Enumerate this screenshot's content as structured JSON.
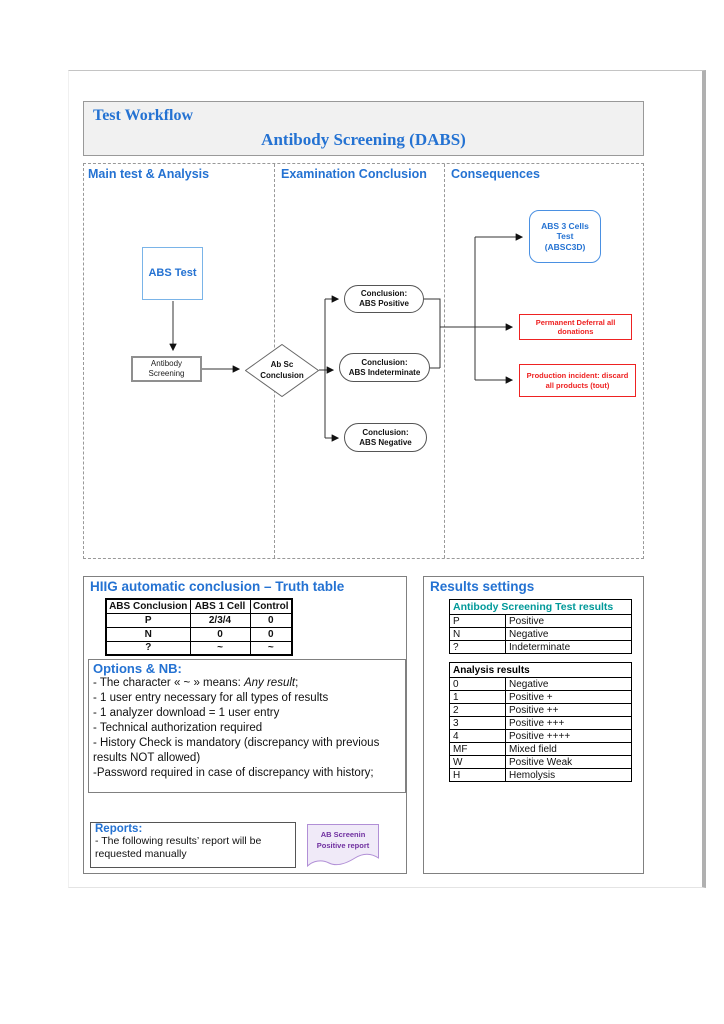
{
  "header": {
    "title": "Test Workflow",
    "subtitle": "Antibody Screening (DABS)"
  },
  "columns": [
    {
      "label": "Main test & Analysis"
    },
    {
      "label": "Examination Conclusion"
    },
    {
      "label": "Consequences"
    }
  ],
  "flowchart": {
    "abs_test": {
      "label": "ABS Test"
    },
    "antibody_screening": {
      "line1": "Antibody",
      "line2": "Screening"
    },
    "decision": {
      "line1": "Ab Sc",
      "line2": "Conclusion"
    },
    "positive": {
      "line1": "Conclusion:",
      "line2": "ABS Positive"
    },
    "indeterminate": {
      "line1": "Conclusion:",
      "line2": "ABS Indeterminate"
    },
    "negative": {
      "line1": "Conclusion:",
      "line2": "ABS Negative"
    },
    "abs3cells": {
      "line1": "ABS 3 Cells",
      "line2": "Test",
      "line3": "(ABSC3D)"
    },
    "permanent_deferral": {
      "line1": "Permanent Deferral all",
      "line2": "donations"
    },
    "production_incident": {
      "line1": "Production incident: discard",
      "line2": "all products (tout)"
    }
  },
  "truth_table": {
    "title": "HIIG automatic conclusion – Truth table",
    "headers": [
      "ABS Conclusion",
      "ABS 1 Cell",
      "Control"
    ],
    "rows": [
      [
        "P",
        "2/3/4",
        "0"
      ],
      [
        "N",
        "0",
        "0"
      ],
      [
        "?",
        "~",
        "~"
      ]
    ]
  },
  "options": {
    "title": "Options & NB:",
    "line1_prefix": "- The character « ~ » means: ",
    "line1_italic": "Any result",
    "line1_suffix": ";",
    "lines": [
      "- 1 user entry necessary for all types of results",
      "- 1 analyzer download = 1 user entry",
      "- Technical authorization required",
      "- History Check is mandatory (discrepancy with previous results NOT allowed)",
      "-Password required in case of discrepancy with history;"
    ]
  },
  "reports": {
    "title": "Reports:",
    "line": "- The following results’ report will be requested manually"
  },
  "report_doc": {
    "line1": "AB Screenin",
    "line2": "Positive report"
  },
  "results_settings": {
    "title": "Results settings",
    "test_results": {
      "header": "Antibody Screening Test results",
      "rows": [
        [
          "P",
          "Positive"
        ],
        [
          "N",
          "Negative"
        ],
        [
          "?",
          "Indeterminate"
        ]
      ]
    },
    "analysis_results": {
      "header": "Analysis results",
      "rows": [
        [
          "0",
          "Negative"
        ],
        [
          "1",
          "Positive +"
        ],
        [
          "2",
          "Positive ++"
        ],
        [
          "3",
          "Positive +++"
        ],
        [
          "4",
          "Positive ++++"
        ],
        [
          "MF",
          "Mixed field"
        ],
        [
          "W",
          "Positive Weak"
        ],
        [
          "H",
          "Hemolysis"
        ]
      ]
    }
  },
  "colors": {
    "accent_blue": "#2472d2",
    "node_blue_border": "#7ab4e8",
    "consequence_blue_border": "#4a90e2",
    "alert_red": "#ee2222",
    "table_teal": "#009999",
    "report_purple": "#7030a0",
    "report_fill": "#f0eaf8",
    "header_bg": "#f1f1f1"
  }
}
